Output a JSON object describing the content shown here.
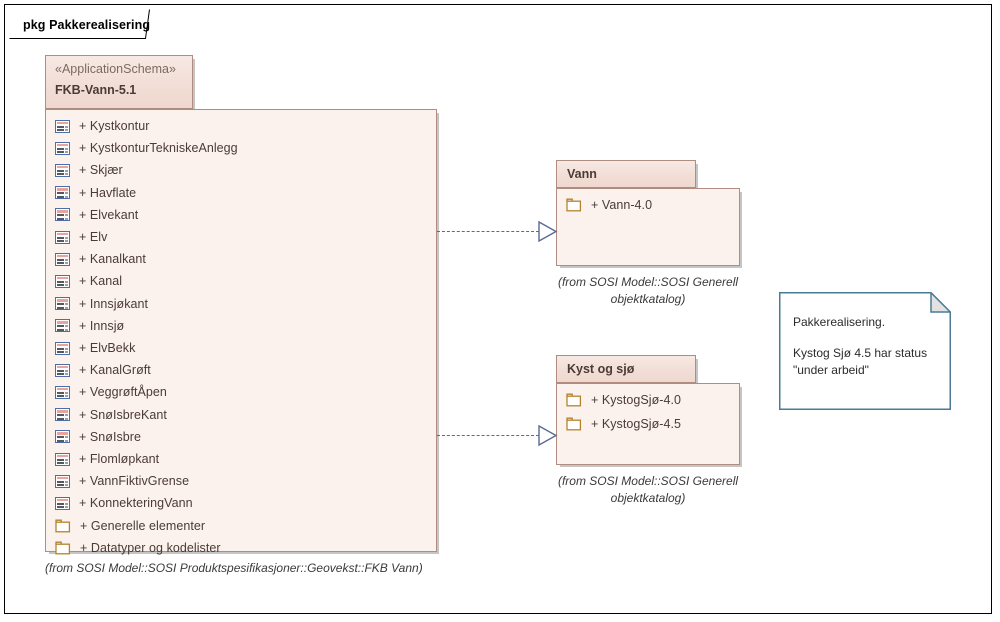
{
  "frame": {
    "label": "pkg Pakkerealisering"
  },
  "main_package": {
    "stereotype": "«ApplicationSchema»",
    "name": "FKB-Vann-5.1",
    "caption": "(from SOSI Model::SOSI Produktspesifikasjoner::Geovekst::FKB Vann)",
    "members": [
      {
        "icon": "class-icon",
        "label": "+ Kystkontur"
      },
      {
        "icon": "class-icon",
        "label": "+ KystkonturTekniskeAnlegg"
      },
      {
        "icon": "class-icon",
        "label": "+ Skjær"
      },
      {
        "icon": "class-icon",
        "label": "+ Havflate"
      },
      {
        "icon": "class-icon",
        "label": "+ Elvekant"
      },
      {
        "icon": "class-icon",
        "label": "+ Elv"
      },
      {
        "icon": "class-icon",
        "label": "+ Kanalkant"
      },
      {
        "icon": "class-icon",
        "label": "+ Kanal"
      },
      {
        "icon": "class-icon",
        "label": "+ Innsjøkant"
      },
      {
        "icon": "class-icon",
        "label": "+ Innsjø"
      },
      {
        "icon": "class-icon",
        "label": "+ ElvBekk"
      },
      {
        "icon": "class-icon",
        "label": "+ KanalGrøft"
      },
      {
        "icon": "class-icon",
        "label": "+ VeggrøftÅpen"
      },
      {
        "icon": "class-icon",
        "label": "+ SnøIsbreKant"
      },
      {
        "icon": "class-icon",
        "label": "+ SnøIsbre"
      },
      {
        "icon": "class-icon",
        "label": "+ Flomløpkant"
      },
      {
        "icon": "class-icon",
        "label": "+ VannFiktivGrense"
      },
      {
        "icon": "class-icon",
        "label": "+ KonnekteringVann"
      },
      {
        "icon": "folder-icon",
        "label": "+ Generelle elementer"
      },
      {
        "icon": "folder-icon",
        "label": "+ Datatyper og kodelister"
      }
    ]
  },
  "target_packages": [
    {
      "name": "Vann",
      "caption_line1": "(from SOSI Model::SOSI Generell",
      "caption_line2": "objektkatalog)",
      "members": [
        {
          "icon": "folder-icon",
          "label": "+ Vann-4.0"
        }
      ]
    },
    {
      "name": "Kyst og sjø",
      "caption_line1": "(from SOSI Model::SOSI Generell",
      "caption_line2": "objektkatalog)",
      "members": [
        {
          "icon": "folder-icon",
          "label": "+ KystogSjø-4.0"
        },
        {
          "icon": "folder-icon",
          "label": "+ KystogSjø-4.5"
        }
      ]
    }
  ],
  "note": {
    "line1": "Pakkerealisering.",
    "line2": "Kystog Sjø 4.5 har status \"under arbeid\""
  },
  "connectors": [
    {
      "name": "realization-vann",
      "type": "realization"
    },
    {
      "name": "realization-kystogsjo",
      "type": "realization"
    }
  ],
  "colors": {
    "package_border": "#b08d80",
    "package_header": "#f2ded6",
    "package_body": "#fbf2ee",
    "connector": "#5a6a93",
    "note_border": "#4a7b96",
    "folder_icon": "#b5822e",
    "class_icon": "#4b6ea9",
    "text": "#4a3b35"
  }
}
